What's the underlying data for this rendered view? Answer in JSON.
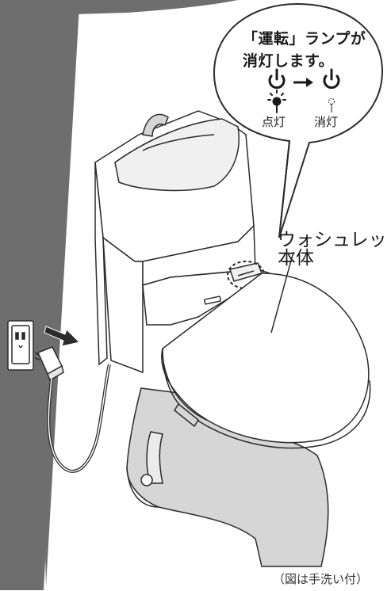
{
  "callout": {
    "line1": "「運転」ランプが",
    "line2": "消灯します。",
    "lamp_on_label": "点灯",
    "lamp_off_label": "消灯"
  },
  "unit_label": {
    "line1": "ウォシュレット",
    "line2": "本体"
  },
  "caption": "（図は手洗い付）",
  "colors": {
    "dark_banner": "#6e6e6e",
    "toilet_fill": "#ffffff",
    "bowl_shade": "#d6d6d6",
    "outline": "#2b2b2b"
  },
  "icons": [
    "power-icon",
    "arrow-right-icon",
    "lamp-lit-icon",
    "lamp-off-icon",
    "unplug-arrow-icon"
  ]
}
